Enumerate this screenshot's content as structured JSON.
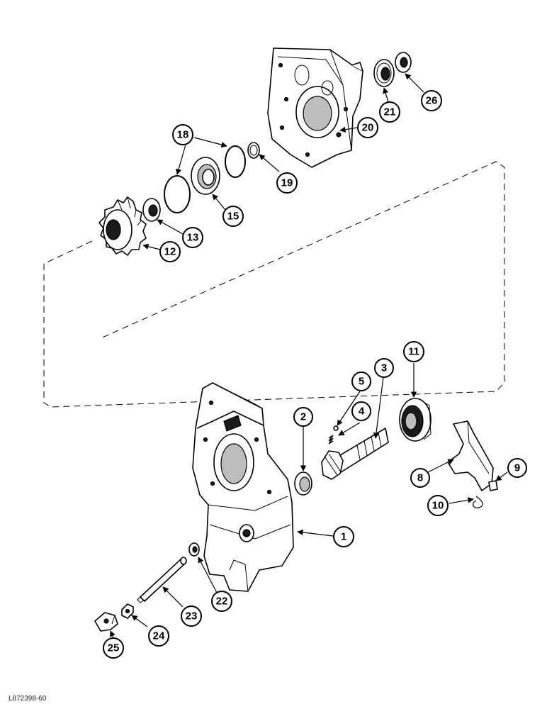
{
  "callouts": {
    "c1": "1",
    "c2": "2",
    "c3": "3",
    "c4": "4",
    "c5": "5",
    "c8": "8",
    "c9": "9",
    "c10": "10",
    "c11": "11",
    "c12": "12",
    "c13": "13",
    "c15": "15",
    "c18": "18",
    "c19": "19",
    "c20": "20",
    "c21": "21",
    "c22": "22",
    "c23": "23",
    "c24": "24",
    "c25": "25",
    "c26": "26"
  },
  "reference_code": "L872398-60"
}
